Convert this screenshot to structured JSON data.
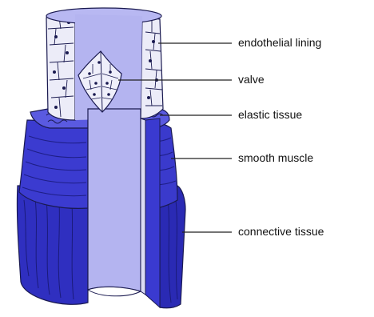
{
  "labels": {
    "endothelial_lining": "endothelial lining",
    "valve": "valve",
    "elastic_tissue": "elastic tissue",
    "smooth_muscle": "smooth muscle",
    "connective_tissue": "connective tissue"
  },
  "colors": {
    "lumen": "#b4b4f0",
    "endothelium": "#eeeef8",
    "elastic": "#4a4ad8",
    "muscle": "#3c3cd4",
    "connective": "#2a2ab8",
    "outline": "#1a1a50",
    "leader": "#222222"
  }
}
